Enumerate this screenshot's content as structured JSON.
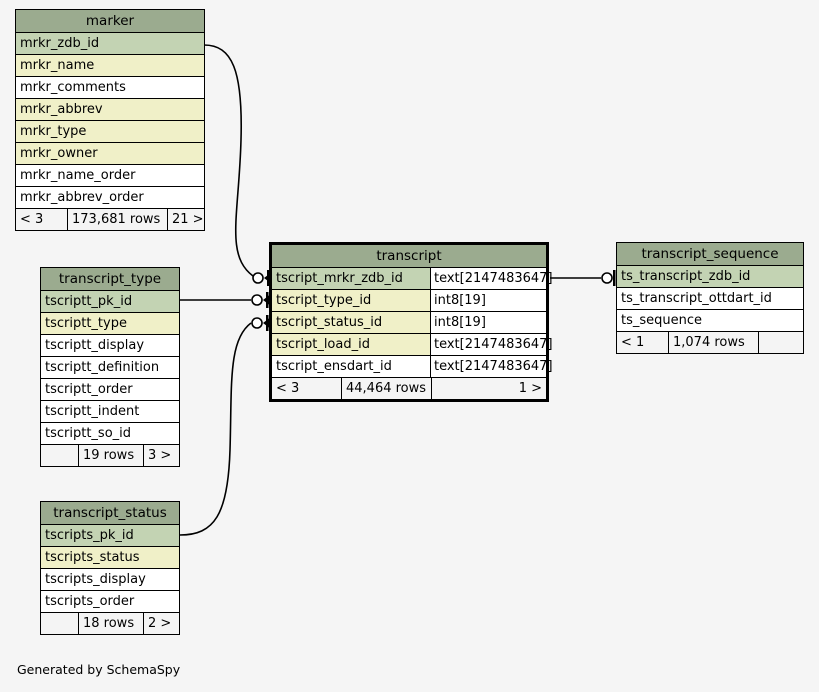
{
  "page": {
    "background": "#f5f5f5",
    "generated_by": "Generated by SchemaSpy",
    "colors": {
      "title_bg": "#9bab8f",
      "primary_key_row_bg": "#c3d3b3",
      "indexed_row_bg": "#f0f0c8",
      "plain_row_bg": "#ffffff",
      "footer_bg": "#f4f4f4",
      "border": "#000000"
    }
  },
  "diagram": {
    "type": "entity-relationship-diagram",
    "tables": [
      {
        "id": "marker",
        "name": "marker",
        "focal": false,
        "columns": [
          {
            "name": "mrkr_zdb_id",
            "type": "",
            "kind": "pk"
          },
          {
            "name": "mrkr_name",
            "type": "",
            "kind": "idx"
          },
          {
            "name": "mrkr_comments",
            "type": "",
            "kind": "plain"
          },
          {
            "name": "mrkr_abbrev",
            "type": "",
            "kind": "idx"
          },
          {
            "name": "mrkr_type",
            "type": "",
            "kind": "idx"
          },
          {
            "name": "mrkr_owner",
            "type": "",
            "kind": "idx"
          },
          {
            "name": "mrkr_name_order",
            "type": "",
            "kind": "plain"
          },
          {
            "name": "mrkr_abbrev_order",
            "type": "",
            "kind": "plain"
          }
        ],
        "footer": {
          "left": "< 3",
          "center": "173,681 rows",
          "right": "21 >"
        }
      },
      {
        "id": "transcript_type",
        "name": "transcript_type",
        "focal": false,
        "columns": [
          {
            "name": "tscriptt_pk_id",
            "type": "",
            "kind": "pk"
          },
          {
            "name": "tscriptt_type",
            "type": "",
            "kind": "idx"
          },
          {
            "name": "tscriptt_display",
            "type": "",
            "kind": "plain"
          },
          {
            "name": "tscriptt_definition",
            "type": "",
            "kind": "plain"
          },
          {
            "name": "tscriptt_order",
            "type": "",
            "kind": "plain"
          },
          {
            "name": "tscriptt_indent",
            "type": "",
            "kind": "plain"
          },
          {
            "name": "tscriptt_so_id",
            "type": "",
            "kind": "plain"
          }
        ],
        "footer": {
          "left": "",
          "center": "19 rows",
          "right": "3 >"
        }
      },
      {
        "id": "transcript_status",
        "name": "transcript_status",
        "focal": false,
        "columns": [
          {
            "name": "tscripts_pk_id",
            "type": "",
            "kind": "pk"
          },
          {
            "name": "tscripts_status",
            "type": "",
            "kind": "idx"
          },
          {
            "name": "tscripts_display",
            "type": "",
            "kind": "plain"
          },
          {
            "name": "tscripts_order",
            "type": "",
            "kind": "plain"
          }
        ],
        "footer": {
          "left": "",
          "center": "18 rows",
          "right": "2 >"
        }
      },
      {
        "id": "transcript",
        "name": "transcript",
        "focal": true,
        "columns": [
          {
            "name": "tscript_mrkr_zdb_id",
            "type": "text[2147483647]",
            "kind": "pk"
          },
          {
            "name": "tscript_type_id",
            "type": "int8[19]",
            "kind": "idx"
          },
          {
            "name": "tscript_status_id",
            "type": "int8[19]",
            "kind": "idx"
          },
          {
            "name": "tscript_load_id",
            "type": "text[2147483647]",
            "kind": "idx"
          },
          {
            "name": "tscript_ensdart_id",
            "type": "text[2147483647]",
            "kind": "plain"
          }
        ],
        "footer": {
          "left": "< 3",
          "center": "44,464 rows",
          "right": "1 >"
        }
      },
      {
        "id": "transcript_sequence",
        "name": "transcript_sequence",
        "focal": false,
        "columns": [
          {
            "name": "ts_transcript_zdb_id",
            "type": "",
            "kind": "pk"
          },
          {
            "name": "ts_transcript_ottdart_id",
            "type": "",
            "kind": "plain"
          },
          {
            "name": "ts_sequence",
            "type": "",
            "kind": "plain"
          }
        ],
        "footer": {
          "left": "< 1",
          "center": "1,074 rows",
          "right": ""
        }
      }
    ],
    "relationships": [
      {
        "from": "marker.mrkr_zdb_id",
        "to": "transcript.tscript_mrkr_zdb_id"
      },
      {
        "from": "transcript_type.tscriptt_pk_id",
        "to": "transcript.tscript_type_id"
      },
      {
        "from": "transcript_status.tscripts_pk_id",
        "to": "transcript.tscript_status_id"
      },
      {
        "from": "transcript.tscript_mrkr_zdb_id",
        "to": "transcript_sequence.ts_transcript_zdb_id"
      }
    ]
  }
}
